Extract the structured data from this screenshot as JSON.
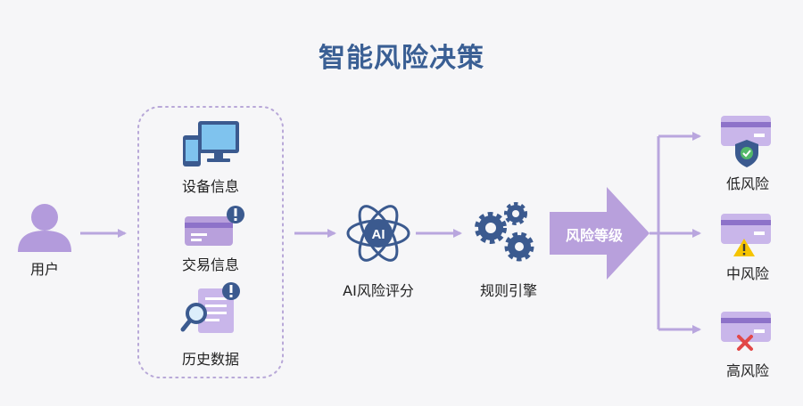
{
  "title": "智能风险决策",
  "nodes": {
    "user": "用户",
    "device_info": "设备信息",
    "transaction_info": "交易信息",
    "history_data": "历史数据",
    "ai_scoring": "AI风险评分",
    "ai_badge": "AI",
    "rule_engine": "规则引擎",
    "risk_level": "风险等级"
  },
  "outcomes": {
    "low": "低风险",
    "medium": "中风险",
    "high": "高风险"
  },
  "colors": {
    "title": "#3a5f94",
    "navy": "#3b5a8f",
    "purple": "#b8a0dc",
    "light_purple": "#c9b6ea",
    "arrow": "#b9a6de",
    "ok": "#53b86a",
    "warn": "#f5c400",
    "error": "#e24848"
  }
}
